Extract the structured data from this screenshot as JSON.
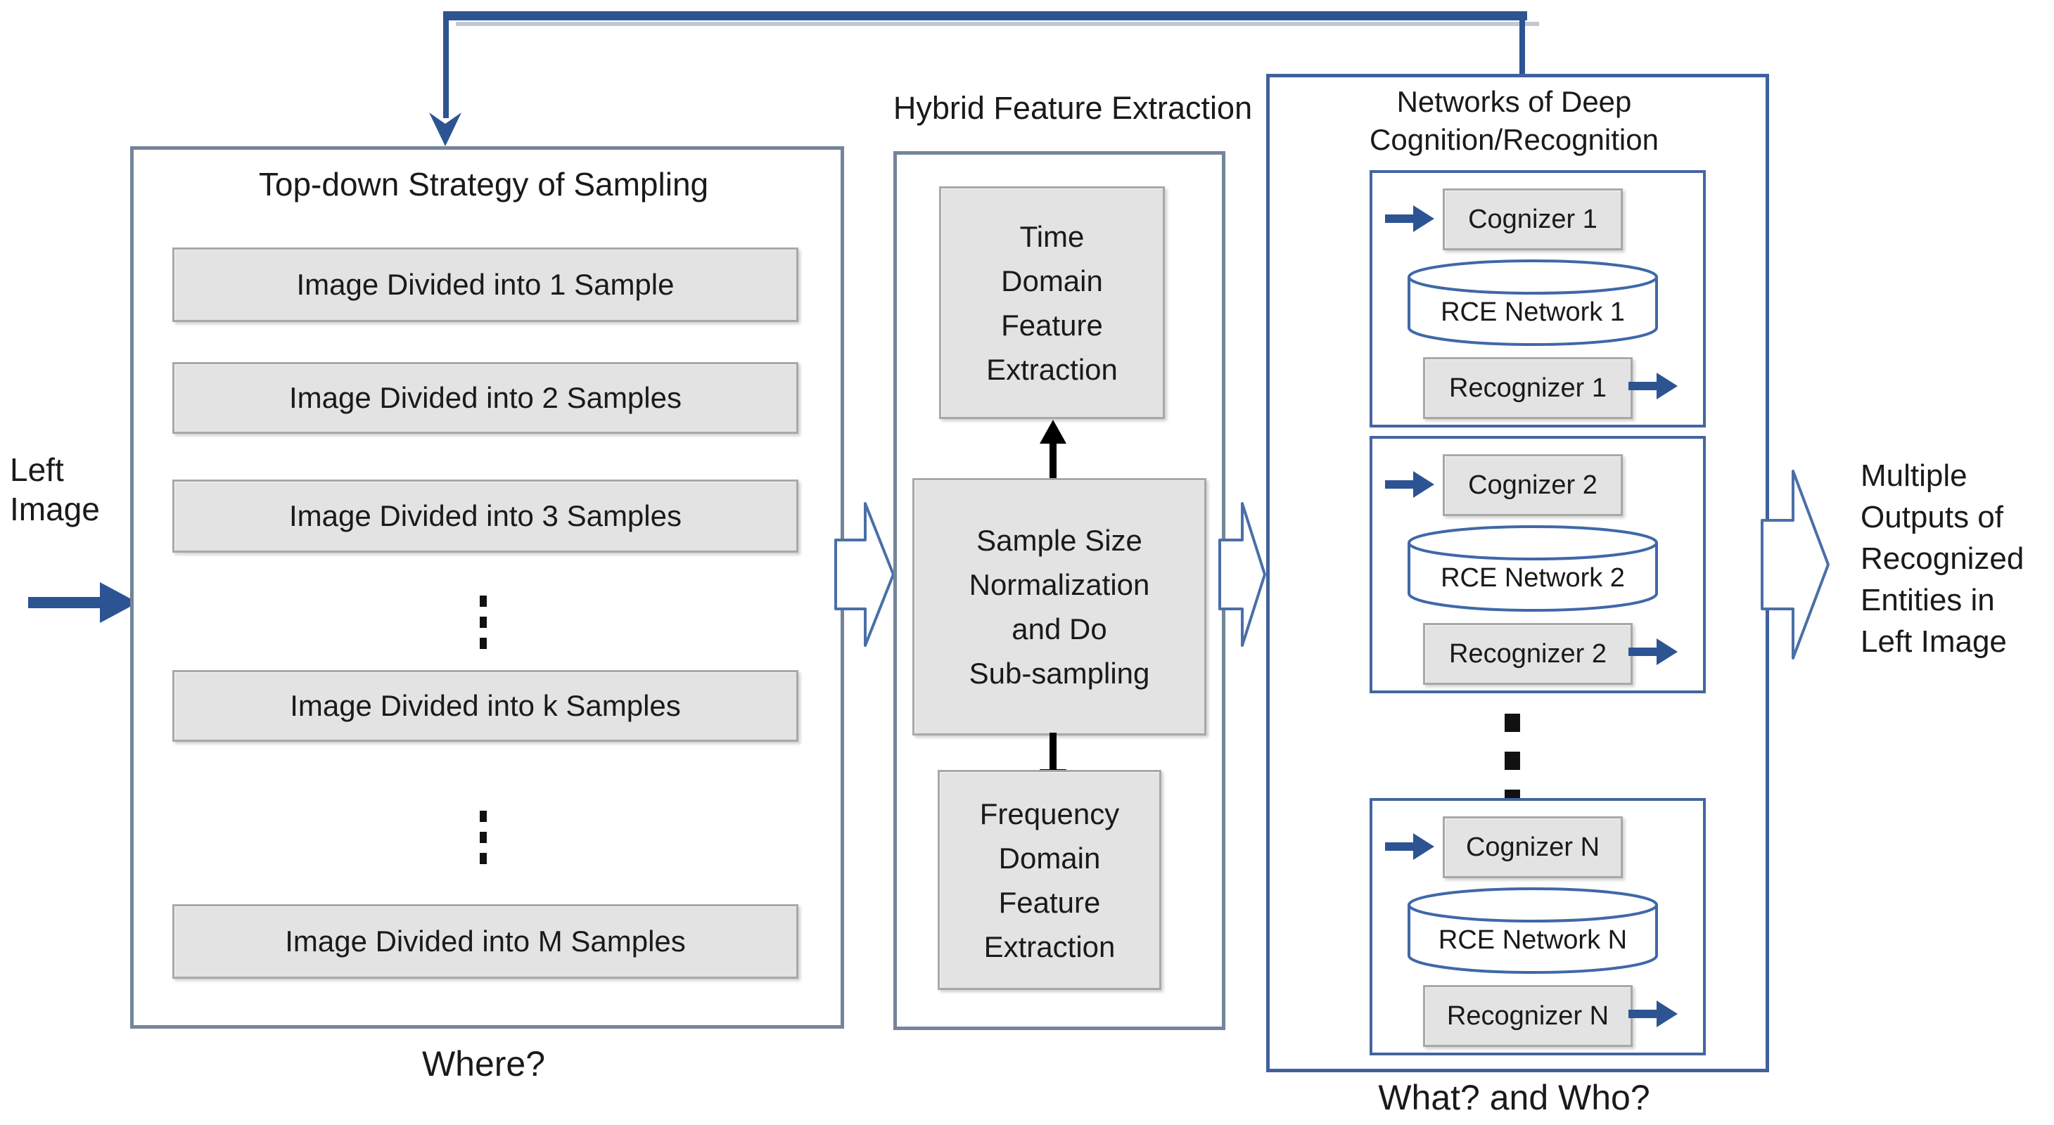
{
  "diagram": {
    "colors": {
      "accent_blue": "#2d5492",
      "block_arrow_stroke": "#4a6fa8",
      "panel_border_gray_blue": "#74849a",
      "panel_border_blue": "#41619c",
      "unit_border_blue": "#44659f",
      "cylinder_stroke": "#3f68a8",
      "gray_fill": "#e3e3e3",
      "gray_border": "#a8a8a8",
      "text": "#1a1a1a"
    }
  },
  "left_input": {
    "label": "Left\nImage"
  },
  "sampling_box": {
    "title": "Top-down Strategy of Sampling",
    "rows": [
      "Image Divided into 1 Sample",
      "Image Divided into 2 Samples",
      "Image Divided into 3 Samples",
      "Image Divided into k Samples",
      "Image Divided into M Samples"
    ],
    "caption": "Where?"
  },
  "feature_box": {
    "label": "Hybrid Feature Extraction",
    "time_box": "Time\nDomain\nFeature\nExtraction",
    "normalization_box": "Sample Size\nNormalization\nand Do\nSub-sampling",
    "frequency_box": "Frequency\nDomain\nFeature\nExtraction"
  },
  "networks_box": {
    "title": "Networks of Deep\nCognition/Recognition",
    "units": [
      {
        "cognizer": "Cognizer 1",
        "network": "RCE Network 1",
        "recognizer": "Recognizer 1"
      },
      {
        "cognizer": "Cognizer 2",
        "network": "RCE Network 2",
        "recognizer": "Recognizer 2"
      },
      {
        "cognizer": "Cognizer N",
        "network": "RCE Network N",
        "recognizer": "Recognizer N"
      }
    ],
    "caption": "What? and Who?"
  },
  "output": {
    "label": "Multiple\nOutputs of\nRecognized\nEntities in\nLeft Image"
  }
}
